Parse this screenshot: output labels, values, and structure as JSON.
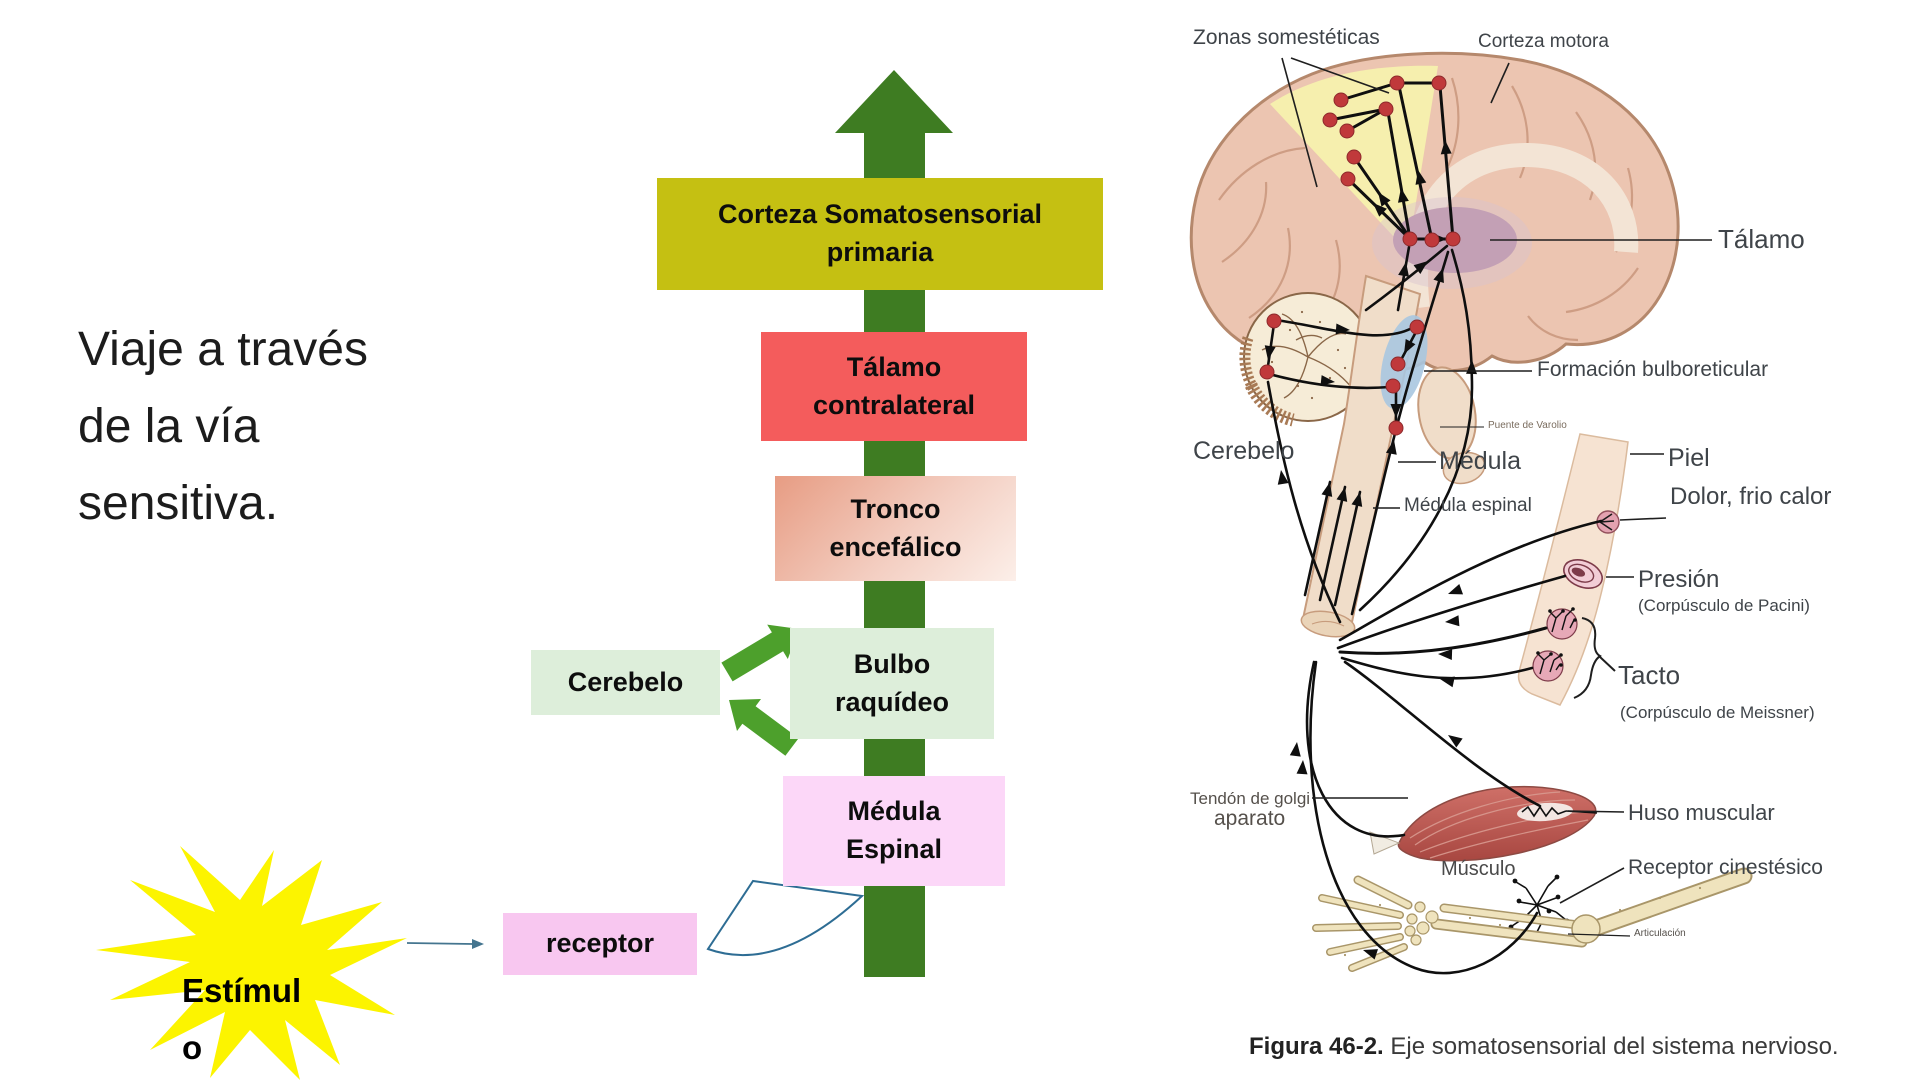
{
  "slide": {
    "title": "Viaje a través\nde la vía\nsensitiva.",
    "background_color": "#ffffff"
  },
  "flowchart": {
    "main_arrow_color": "#3e7c22",
    "side_arrow_color": "#4da02c",
    "boxes": {
      "corteza": {
        "label": "Corteza Somatosensorial\nprimaria",
        "color": "#c5c012"
      },
      "talamo": {
        "label": "Tálamo\ncontralateral",
        "color": "#f45c5c"
      },
      "tronco": {
        "label": "Tronco\nencefálico",
        "color": "#e79c83"
      },
      "bulbo": {
        "label": "Bulbo\nraquídeo",
        "color": "#ddeeda"
      },
      "cerebelo": {
        "label": "Cerebelo",
        "color": "#ddeeda"
      },
      "medula": {
        "label": "Médula\nEspinal",
        "color": "#fcd7f8"
      },
      "receptor": {
        "label": "receptor",
        "color": "#f8c7f0"
      }
    },
    "estimulo": {
      "label": "Estímul\no",
      "star_color": "#fcf400"
    },
    "connector_arrow_color": "#44758f"
  },
  "figure": {
    "labels": {
      "zonas": "Zonas somestéticas",
      "corteza_motora": "Corteza motora",
      "talamo": "Tálamo",
      "formacion": "Formación bulboreticular",
      "puente": "Puente de Varolio",
      "cerebelo": "Cerebelo",
      "medula": "Médula",
      "medula_espinal": "Médula espinal",
      "piel": "Piel",
      "dolor": "Dolor, frio\ncalor",
      "presion": "Presión",
      "pacini": "(Corpúsculo de Pacini)",
      "tacto": "Tacto",
      "meissner": "(Corpúsculo de Meissner)",
      "huso": "Huso muscular",
      "musculo": "Músculo",
      "receptor_cinestesico": "Receptor cinestésico",
      "tendon_golgi": "Tendón de golgi",
      "aparato": "aparato",
      "articulacion": "Articulación"
    },
    "caption": {
      "bold": "Figura 46-2.",
      "rest": " Eje somatosensorial del sistema nervioso."
    },
    "colors": {
      "cortex": "#ecc5b1",
      "cortex_outline": "#b5886c",
      "somatosensory_zone": "#f6efae",
      "thalamus": "#c3a0b5",
      "bulboreticular": "#a9c6e0",
      "brainstem": "#f0ddc9",
      "skin": "#f6e3d2",
      "muscle": "#bc5f57",
      "bone": "#efe3bd",
      "dots": "#c0393b"
    }
  }
}
